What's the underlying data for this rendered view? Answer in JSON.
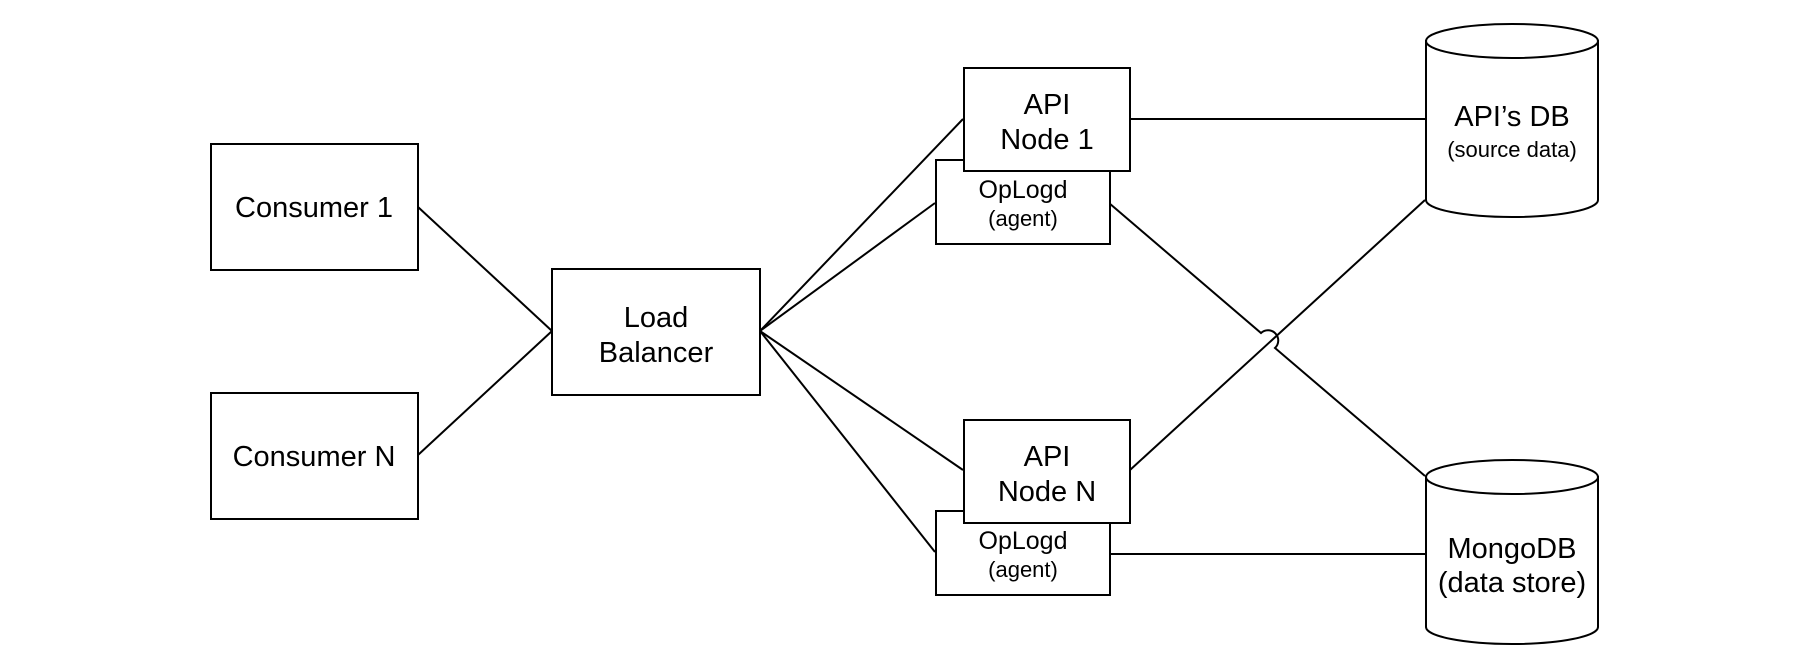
{
  "diagram": {
    "consumer_1": "Consumer 1",
    "consumer_n": "Consumer N",
    "load_balancer": [
      "Load",
      "Balancer"
    ],
    "api_node_1": [
      "API",
      "Node 1"
    ],
    "api_node_n": [
      "API",
      "Node N"
    ],
    "oplogd": {
      "name": "OpLogd",
      "role": "(agent)"
    },
    "apis_db": {
      "name": "API’s DB",
      "role": "(source data)"
    },
    "mongodb": {
      "name": "MongoDB",
      "role": "(data store)"
    }
  },
  "colors": {
    "stroke": "#000000",
    "fill": "#ffffff"
  }
}
